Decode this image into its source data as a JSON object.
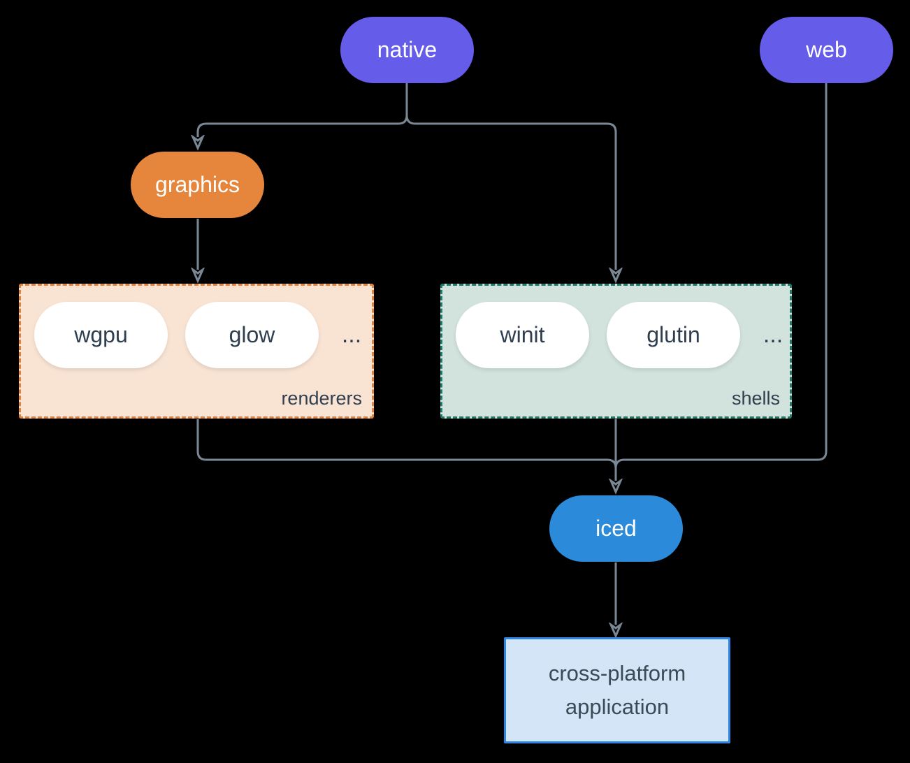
{
  "diagram": {
    "background": "#000000",
    "edge_color": "#7A8794",
    "nodes": {
      "native": {
        "label": "native",
        "color": "#655CEA"
      },
      "web": {
        "label": "web",
        "color": "#655CEA"
      },
      "graphics": {
        "label": "graphics",
        "color": "#E6853C"
      },
      "iced": {
        "label": "iced",
        "color": "#2B8AD9"
      },
      "app": {
        "label": "cross-platform application",
        "fill": "#D4E5F7",
        "border": "#2E86E0"
      }
    },
    "groups": {
      "renderers": {
        "label": "renderers",
        "items": [
          "wgpu",
          "glow"
        ],
        "ellipsis": "...",
        "fill": "#F9E4D4",
        "border": "#E0823C"
      },
      "shells": {
        "label": "shells",
        "items": [
          "winit",
          "glutin"
        ],
        "ellipsis": "...",
        "fill": "#D2E2DC",
        "border": "#1F7A68"
      }
    }
  }
}
